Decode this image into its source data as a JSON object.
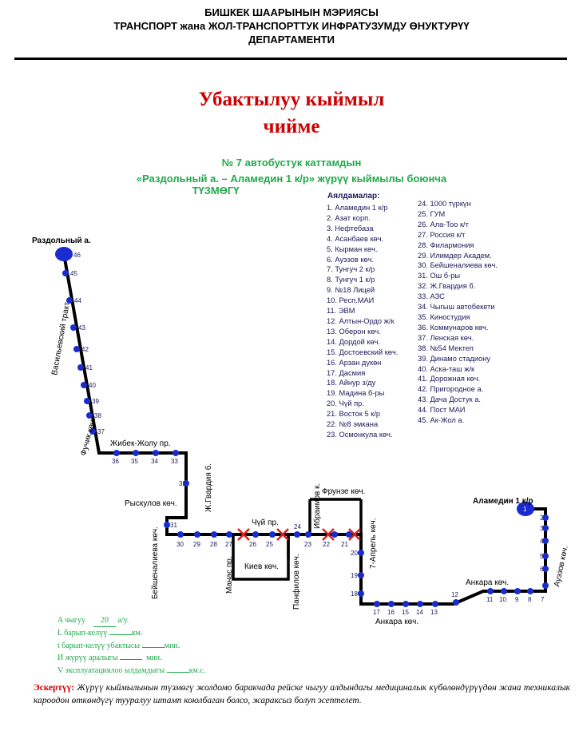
{
  "header": {
    "line1": "БИШКЕК ШААРЫНЫН МЭРИЯСЫ",
    "line2": "ТРАНСПОРТ жана ЖОЛ-ТРАНСПОРТТУК ИНФРАТУЗУМДУ ӨНУКТУРҮҮ",
    "line3": "ДЕПАРТАМЕНТИ"
  },
  "title": {
    "line1": "Убактылуу кыймыл",
    "line2": "чийме"
  },
  "subtitle": {
    "line1": "№ 7  автобустук каттамдын",
    "line2": "«Раздольный а. – Аламедин 1 к/р» жүрүү кыймылы боюнча",
    "line3": "ТҮЗМӨГҮ"
  },
  "stops_title": "Аялдамалар:",
  "stops_col1": [
    "1. Аламедин 1 к/р",
    "2. Азат корп.",
    "3. Нефтебаза",
    "4. Асанбаев көч.",
    "5. Кырман көч.",
    "6. Ауэзов көч.",
    "7. Тунгуч 2 к/р",
    "8. Тунгуч 1 к/р",
    "9. №18 Лицей",
    "10. Респ.МАИ",
    "11. ЭВМ",
    "12. Алтын-Ордо ж/к",
    "13. Оберон көч.",
    "14. Дордой көч.",
    "15. Достоевский көч.",
    "16. Арзан дүкөн",
    "17. Дасмия",
    "18. Айнур з/ду",
    "19. Мадина б-ры",
    "20. Чүй пр.",
    "21. Восток 5 к/р",
    "22. №8 эмкана",
    "23. Осмонкула көч."
  ],
  "stops_col2": [
    "24. 1000 түркүн",
    "25. ГУМ",
    "26. Ала-Too к/т",
    "27. Россия к/т",
    "28. Филармония",
    "29. Илимдер Академ.",
    "30. Бейшеналиева көч.",
    "31. Ош б-ры",
    "32. Ж.Гвардия б.",
    "33. АЗС",
    "34. Чыгыш автобекети",
    "35. Киностудия",
    "36. Коммунаров көч.",
    "37. Ленская көч.",
    "38. №54 Мектеп",
    "39. Динамо стадиону",
    "40. Аска-таш ж/к",
    "41. Дорожная көч.",
    "42. Пригородное а.",
    "43. Дача Достук а.",
    "44. Пост МАИ",
    "45. Ак-Жол а."
  ],
  "map": {
    "route_color": "#000000",
    "stop_color": "#1a2ccf",
    "closure_color": "#dd1f1f",
    "terminal_start": "Раздольный а.",
    "terminal_end": "Аламедин 1 к/р",
    "streets": {
      "vasilyev": "Васильевский тракт",
      "fuchik": "Фучик көч.",
      "jibek": "Жибек-Жолу пр.",
      "gvardiya": "Ж.Гвардия б.",
      "ryskulov": "Рыскулов көч.",
      "beishenalieva": "Бейшеналиева көч.",
      "chuy": "Чүй пр.",
      "manas": "Манас пр.",
      "kiev": "Киев көч.",
      "panfilov": "Панфилов көч.",
      "ibraimov": "Ибраимов к.",
      "frunze": "Фрунзе көч.",
      "aprel": "7-Апрель көч.",
      "ankara1": "Анкара көч.",
      "ankara2": "Анкара көч.",
      "auezov": "Ауэзов көч."
    },
    "stop_labels": {
      "s46": "46",
      "s45": "45",
      "s44": "44",
      "s43": "43",
      "s42": "42",
      "s41": "41",
      "s40": "40",
      "s39": "39",
      "s38": "38",
      "s37": "37",
      "s36": "36",
      "s35": "35",
      "s34": "34",
      "s33": "33",
      "s32": "32",
      "s31": "31",
      "s30": "30",
      "s29": "29",
      "s28": "28",
      "s27": "27",
      "s26": "26",
      "s25": "25",
      "s24": "24",
      "s23": "23",
      "s22": "22",
      "s21": "21",
      "s20": "20",
      "s19": "19",
      "s18": "18",
      "s17": "17",
      "s16": "16",
      "s15": "15",
      "s14": "14",
      "s13": "13",
      "s12": "12",
      "s11": "11",
      "s10": "10",
      "s9": "9",
      "s8": "8",
      "s7": "7",
      "s6": "6",
      "s5": "5",
      "s4": "4",
      "s3": "3",
      "s2": "2",
      "s1": "1"
    }
  },
  "params": {
    "p1_label": "A чыгуу",
    "p1_value": "20",
    "p1_unit": "а/у.",
    "p2_label": "L барып-келүү",
    "p2_unit": "км.",
    "p3_label": "t барып-келүү убактысы",
    "p3_unit": "мин.",
    "p4_label": "И жүрүү аралыгы",
    "p4_unit": "мин.",
    "p5_label": "V эксплуатациялоо ылдамдыгы",
    "p5_unit": "км.с."
  },
  "note": {
    "label": "Эскертүү:",
    "text": " Жүрүү кыймылынын түзмөгү жолдомо баракчада рейске чыгуу алдындагы медициналык күбөлөндүрүүдөн жана техникалык кароодон өткөндүгү тууралуу штамп коюлбаган болсо, жараксыз болуп эсептелет."
  }
}
